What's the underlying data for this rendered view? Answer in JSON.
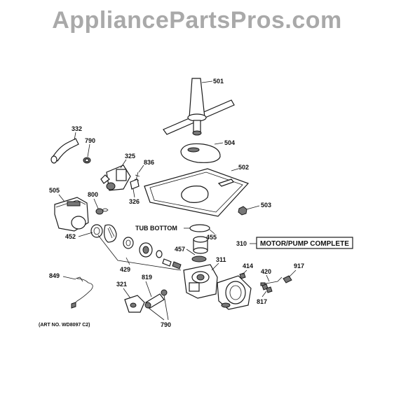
{
  "watermark": "AppliancePartsPros.com",
  "labels": {
    "p501": "501",
    "p332": "332",
    "p790a": "790",
    "p325": "325",
    "p836": "836",
    "p504": "504",
    "p502": "502",
    "p326": "326",
    "p505": "505",
    "p800": "800",
    "p503": "503",
    "tub_bottom": "TUB BOTTOM",
    "p455": "455",
    "p452": "452",
    "p310": "310",
    "motor_pump": "MOTOR/PUMP COMPLETE",
    "p457": "457",
    "p311": "311",
    "p429": "429",
    "p414": "414",
    "p420": "420",
    "p917": "917",
    "p849": "849",
    "p321": "321",
    "p819": "819",
    "p817": "817",
    "p790b": "790",
    "art_no": "(ART NO. WD8097 C2)"
  },
  "colors": {
    "watermark": "#a9a9a9",
    "line": "#1a1a1a",
    "background": "#ffffff"
  }
}
